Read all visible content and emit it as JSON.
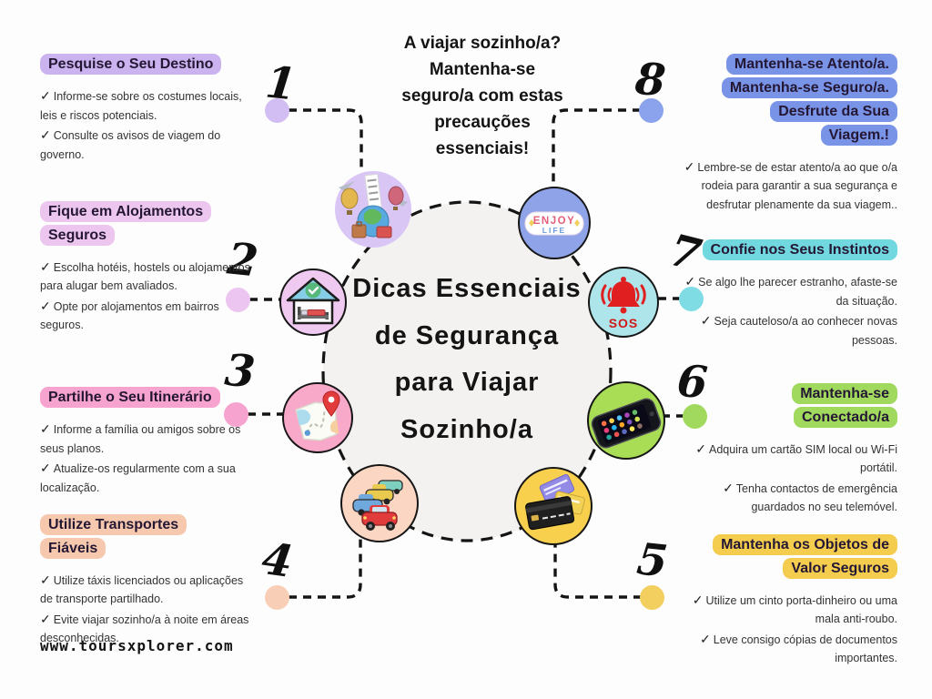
{
  "header": {
    "title": "A viajar sozinho/a?\nMantenha-se\nseguro/a com estas\nprecauções\nessenciais!"
  },
  "center": {
    "title": "Dicas Essenciais\nde Segurança\npara Viajar\nSozinho/a"
  },
  "footer": {
    "website": "www.toursxplorer.com"
  },
  "glyphs": {
    "check": "✓"
  },
  "icon_labels": {
    "sos": "SOS",
    "enjoy": "ENJOY",
    "life": "LIFE"
  },
  "tips": [
    {
      "number": "1",
      "icon": "travel-collage-icon",
      "heading": "Pesquise o Seu Destino",
      "accent": "#cbb3f0",
      "dot_color": "#d3bef3",
      "icon_bg": "#d9c6f5",
      "bullets": [
        "Informe-se sobre os costumes locais, leis e riscos potenciais.",
        "Consulte os avisos de viagem do governo."
      ]
    },
    {
      "number": "2",
      "icon": "safe-accommodation-icon",
      "heading": "Fique em Alojamentos\nSeguros",
      "accent": "#ecc6ee",
      "dot_color": "#ecc6f0",
      "icon_bg": "#f0c9f1",
      "bullets": [
        "Escolha hotéis, hostels ou alojamentos para alugar bem avaliados.",
        "Opte por alojamentos em bairros seguros."
      ]
    },
    {
      "number": "3",
      "icon": "map-itinerary-icon",
      "heading": "Partilhe o Seu Itinerário",
      "accent": "#f7a3d0",
      "dot_color": "#f7a3d0",
      "icon_bg": "#f8a9ca",
      "bullets": [
        "Informe a família ou amigos sobre os seus planos.",
        "Atualize-os regularmente com a sua localização."
      ]
    },
    {
      "number": "4",
      "icon": "cars-transport-icon",
      "heading": "Utilize Transportes\nFiáveis",
      "accent": "#f6c9ae",
      "dot_color": "#f8cfb6",
      "icon_bg": "#fbd6c3",
      "bullets": [
        "Utilize táxis licenciados ou aplicações de transporte partilhado.",
        "Evite viajar sozinho/a à noite em áreas desconhecidas."
      ]
    },
    {
      "number": "5",
      "icon": "credit-cards-icon",
      "heading": "Mantenha os Objetos de\nValor Seguros",
      "accent": "#f4cc4e",
      "dot_color": "#f2cf5e",
      "icon_bg": "#f8d04e",
      "bullets": [
        "Utilize um cinto porta-dinheiro ou uma mala anti-roubo.",
        "Leve consigo cópias de documentos importantes."
      ]
    },
    {
      "number": "6",
      "icon": "smartphone-icon",
      "heading": "Mantenha-se\nConectado/a",
      "accent": "#a0d95e",
      "dot_color": "#a0d95e",
      "icon_bg": "#a8dd55",
      "bullets": [
        "Adquira um cartão SIM local ou Wi-Fi portátil.",
        "Tenha contactos de emergência guardados no seu telemóvel."
      ]
    },
    {
      "number": "7",
      "icon": "sos-bell-icon",
      "heading": "Confie nos Seus Instintos",
      "accent": "#72d8e0",
      "dot_color": "#7fdce4",
      "icon_bg": "#ade5eb",
      "bullets": [
        "Se algo lhe parecer estranho, afaste-se da situação.",
        "Seja cauteloso/a ao conhecer novas pessoas."
      ]
    },
    {
      "number": "8",
      "icon": "enjoy-life-badge-icon",
      "heading": "Mantenha-se Atento/a.\nMantenha-se Seguro/a.\nDesfrute da Sua\nViagem.!",
      "accent": "#7993e6",
      "dot_color": "#8ba2ec",
      "icon_bg": "#8fa3e8",
      "bullets": [
        "Lembre-se de estar atento/a ao que o/a rodeia para garantir a sua segurança e desfrutar plenamente da sua viagem.."
      ]
    }
  ]
}
